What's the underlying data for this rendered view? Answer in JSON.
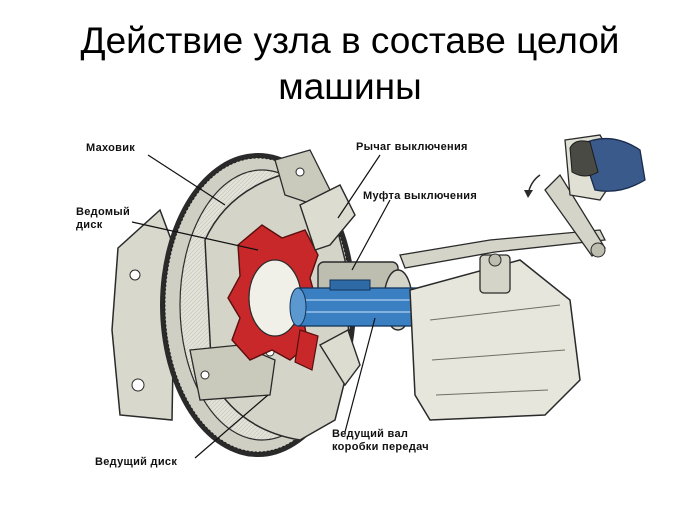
{
  "slide": {
    "title_line1": "Действие узла в составе целой",
    "title_line2": "машины"
  },
  "labels": {
    "flywheel": "Маховик",
    "driven_disc_line1": "Ведомый",
    "driven_disc_line2": "диск",
    "release_lever": "Рычаг выключения",
    "release_clutch": "Муфта выключения",
    "drive_shaft_line1": "Ведущий вал",
    "drive_shaft_line2": "коробки передач",
    "drive_disc": "Ведущий диск"
  },
  "colors": {
    "driven_disc": "#c8282a",
    "shaft": "#3a7fc1",
    "pedal": "#3a5a8c",
    "metal_light": "#e6e6dc",
    "metal_mid": "#bdbdb0",
    "metal_dark": "#6e6e64",
    "outline": "#2a2a2a"
  }
}
